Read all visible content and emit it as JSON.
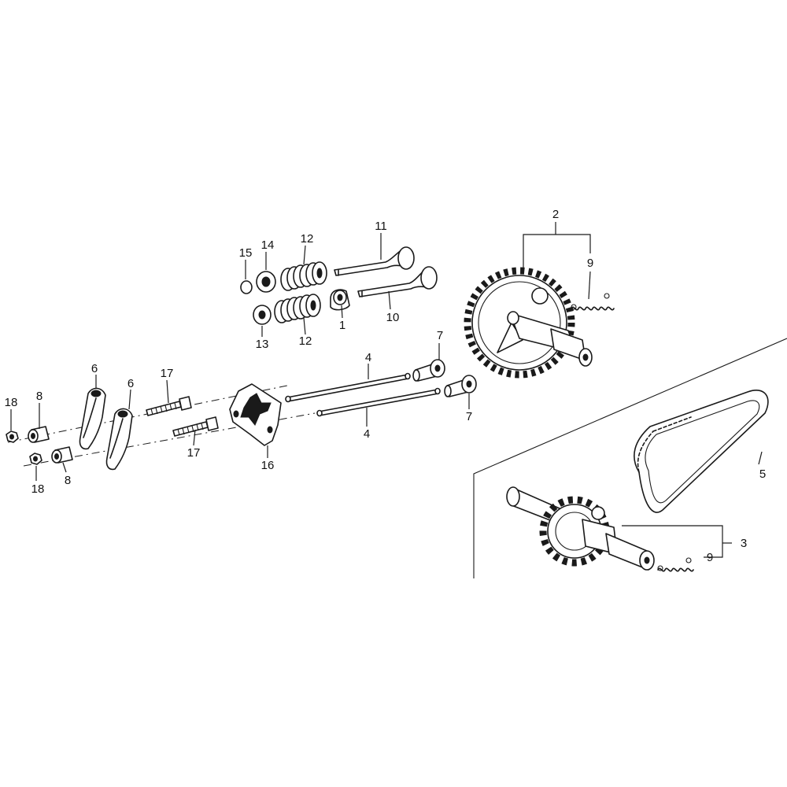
{
  "diagram": {
    "callouts": [
      {
        "id": "c1",
        "label": "1"
      },
      {
        "id": "c2",
        "label": "2"
      },
      {
        "id": "c3",
        "label": "3"
      },
      {
        "id": "c4a",
        "label": "4"
      },
      {
        "id": "c4b",
        "label": "4"
      },
      {
        "id": "c5",
        "label": "5"
      },
      {
        "id": "c6a",
        "label": "6"
      },
      {
        "id": "c6b",
        "label": "6"
      },
      {
        "id": "c7a",
        "label": "7"
      },
      {
        "id": "c7b",
        "label": "7"
      },
      {
        "id": "c8a",
        "label": "8"
      },
      {
        "id": "c8b",
        "label": "8"
      },
      {
        "id": "c9a",
        "label": "9"
      },
      {
        "id": "c9b",
        "label": "9"
      },
      {
        "id": "c10",
        "label": "10"
      },
      {
        "id": "c11",
        "label": "11"
      },
      {
        "id": "c12a",
        "label": "12"
      },
      {
        "id": "c12b",
        "label": "12"
      },
      {
        "id": "c13",
        "label": "13"
      },
      {
        "id": "c14",
        "label": "14"
      },
      {
        "id": "c15",
        "label": "15"
      },
      {
        "id": "c16",
        "label": "16"
      },
      {
        "id": "c17a",
        "label": "17"
      },
      {
        "id": "c17b",
        "label": "17"
      },
      {
        "id": "c18a",
        "label": "18"
      },
      {
        "id": "c18b",
        "label": "18"
      }
    ]
  }
}
